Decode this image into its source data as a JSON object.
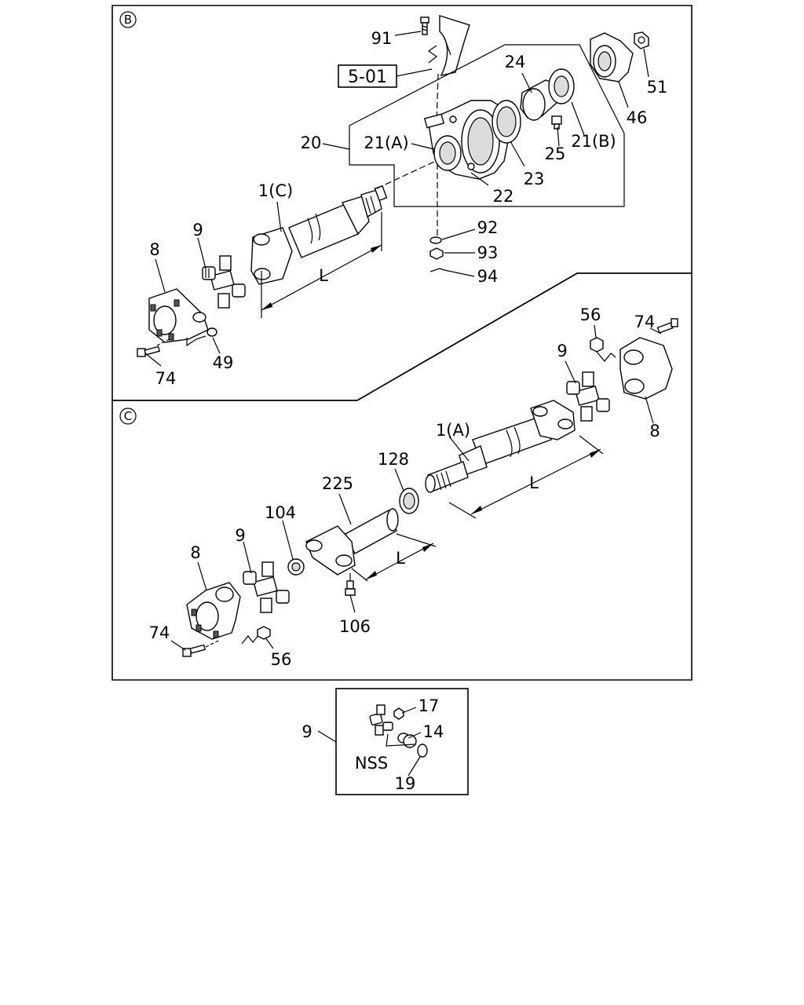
{
  "sections": {
    "b": {
      "marker": "B"
    },
    "c": {
      "marker": "C"
    }
  },
  "ref_box": {
    "label": "5-01"
  },
  "labels_b": {
    "p91": "91",
    "p24": "24",
    "p51": "51",
    "p46": "46",
    "p20": "20",
    "p21a": "21(A)",
    "p25": "25",
    "p21b": "21(B)",
    "p23": "23",
    "p22": "22",
    "p1c": "1(C)",
    "p92": "92",
    "p93": "93",
    "p94": "94",
    "p9": "9",
    "p8": "8",
    "pL": "L",
    "p74": "74",
    "p49": "49"
  },
  "labels_c": {
    "p74": "74",
    "p56": "56",
    "p9r": "9",
    "p8r": "8",
    "p1a": "1(A)",
    "p128": "128",
    "p225": "225",
    "pL1": "L",
    "p104": "104",
    "p9l": "9",
    "p8l": "8",
    "pL2": "L",
    "p74l": "74",
    "p106": "106",
    "p56l": "56"
  },
  "detail": {
    "callout": "9",
    "p17": "17",
    "p14": "14",
    "nss": "NSS",
    "p19": "19"
  }
}
